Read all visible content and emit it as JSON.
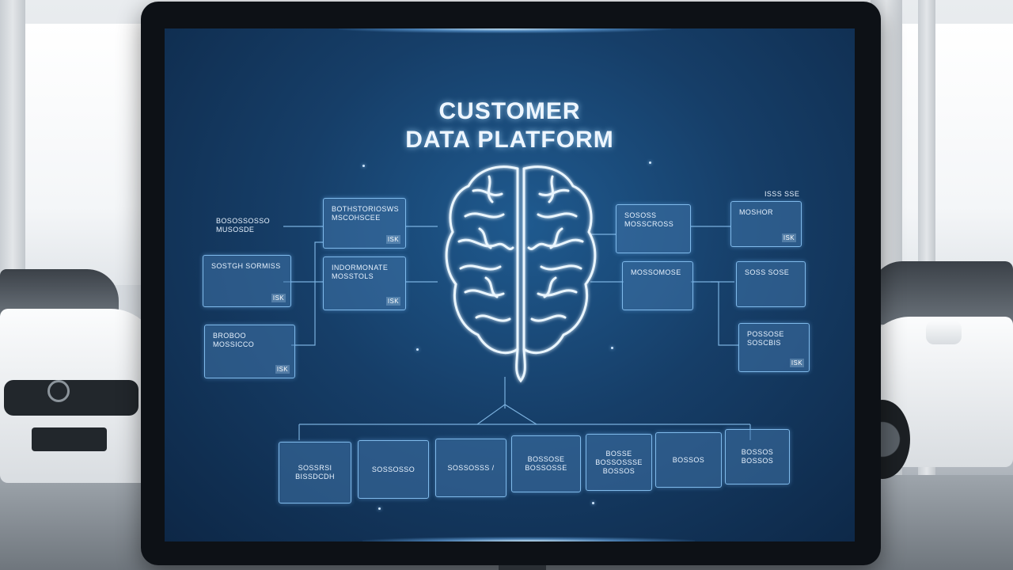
{
  "screen": {
    "title_line1": "CUSTOMER",
    "title_line2": "DATA PLATFORM",
    "left_nodes": [
      {
        "label": "BOSOSSOSSO MUSOSDE",
        "tag": ""
      },
      {
        "label": "BOTHSTORIOSWS MSCOHSCEE",
        "tag": "ISK"
      },
      {
        "label": "SOSTGH SORMISS",
        "tag": "ISK"
      },
      {
        "label": "INDORMONATE MOSSTOLS",
        "tag": "ISK"
      },
      {
        "label": "BROBOO MOSSICCO",
        "tag": "ISK"
      }
    ],
    "right_nodes": [
      {
        "label": "SOSOSS MOSSCROSS",
        "tag": ""
      },
      {
        "label": "MOSHOR",
        "tag": "ISK"
      },
      {
        "label": "MOSSOMOSE",
        "tag": ""
      },
      {
        "label": "SOSS SOSE",
        "tag": ""
      },
      {
        "label": "POSSOSE SOSCBIS",
        "tag": "ISK"
      }
    ],
    "corner_label": "ISSS SSE",
    "bottom_nodes": [
      {
        "label": "SOSSRSI BISSDCDH"
      },
      {
        "label": "SOSSOSSO"
      },
      {
        "label": "SOSSOSSS /"
      },
      {
        "label": "BOSSOSE BOSSOSSE"
      },
      {
        "label": "BOSSE BOSSOSSSE BOSSOS"
      },
      {
        "label": "BOSSOS"
      },
      {
        "label": "BOSSOS BOSSOS"
      }
    ]
  },
  "colors": {
    "screen_bg": "#163e68",
    "node_border": "#7fb9ea",
    "glow": "#a8dcff",
    "bezel": "#0d1116"
  },
  "icons": [
    "brain-icon"
  ]
}
